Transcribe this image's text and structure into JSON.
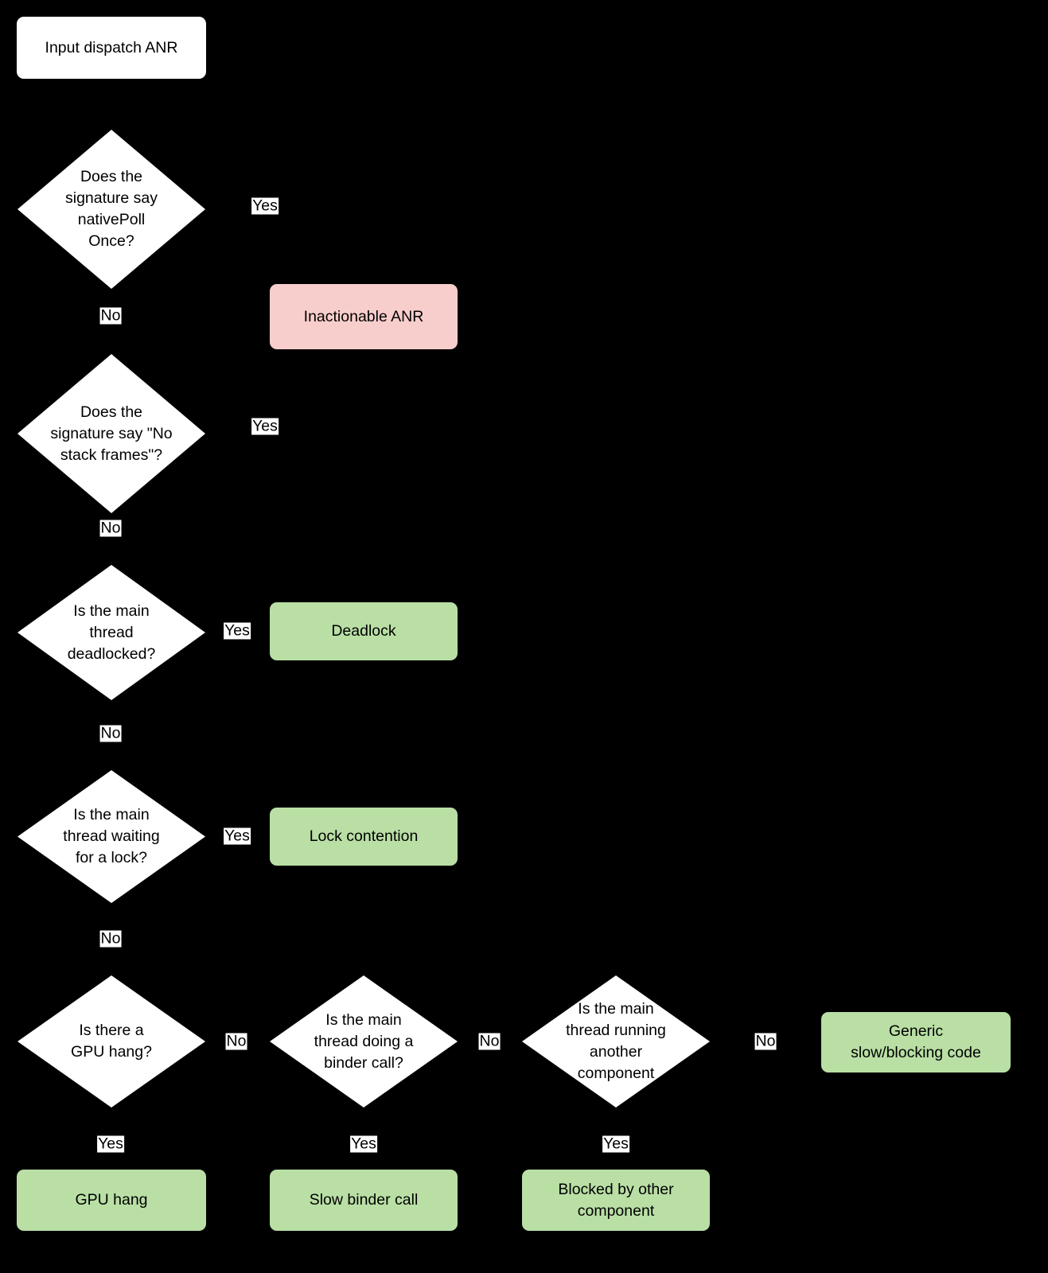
{
  "diagram": {
    "title": "Input dispatch ANR triage flowchart",
    "background_color": "#000000",
    "colors": {
      "start_fill": "#ffffff",
      "decision_fill": "#ffffff",
      "inactionable_fill": "#f8cecc",
      "outcome_fill": "#b9dfa5",
      "text": "#000000",
      "edge_label_bg": "#ffffff"
    },
    "nodes": {
      "start": {
        "label": "Input dispatch ANR",
        "kind": "start"
      },
      "q_nativepollonce": {
        "label": "Does the\nsignature say\nnativePoll\nOnce?",
        "kind": "decision"
      },
      "inactionable": {
        "label": "Inactionable ANR",
        "kind": "inactionable"
      },
      "q_nostackframes": {
        "label": "Does the\nsignature say \"No\nstack frames\"?",
        "kind": "decision"
      },
      "q_deadlocked": {
        "label": "Is the main\nthread\ndeadlocked?",
        "kind": "decision"
      },
      "deadlock": {
        "label": "Deadlock",
        "kind": "outcome"
      },
      "q_waiting_lock": {
        "label": "Is the main\nthread waiting\nfor a lock?",
        "kind": "decision"
      },
      "lock_contention": {
        "label": "Lock contention",
        "kind": "outcome"
      },
      "q_gpu_hang": {
        "label": "Is there a\nGPU hang?",
        "kind": "decision"
      },
      "gpu_hang": {
        "label": "GPU hang",
        "kind": "outcome"
      },
      "q_binder_call": {
        "label": "Is the main\nthread doing a\nbinder call?",
        "kind": "decision"
      },
      "slow_binder_call": {
        "label": "Slow binder call",
        "kind": "outcome"
      },
      "q_other_component": {
        "label": "Is the main\nthread running\nanother\ncomponent",
        "kind": "decision"
      },
      "blocked_by_other": {
        "label": "Blocked by other\ncomponent",
        "kind": "outcome"
      },
      "generic_slow": {
        "label": "Generic\nslow/blocking code",
        "kind": "outcome"
      }
    },
    "edge_labels": {
      "nativepoll_yes": "Yes",
      "nativepoll_no": "No",
      "nostackframes_yes": "Yes",
      "nostackframes_no": "No",
      "deadlocked_yes": "Yes",
      "deadlocked_no": "No",
      "waiting_lock_yes": "Yes",
      "waiting_lock_no": "No",
      "gpu_hang_no": "No",
      "gpu_hang_yes": "Yes",
      "binder_call_no": "No",
      "binder_call_yes": "Yes",
      "other_component_no": "No",
      "other_component_yes": "Yes"
    },
    "edges": [
      {
        "from": "start",
        "to": "q_nativepollonce",
        "label": ""
      },
      {
        "from": "q_nativepollonce",
        "to": "inactionable",
        "label": "Yes"
      },
      {
        "from": "q_nativepollonce",
        "to": "q_nostackframes",
        "label": "No"
      },
      {
        "from": "q_nostackframes",
        "to": "inactionable",
        "label": "Yes"
      },
      {
        "from": "q_nostackframes",
        "to": "q_deadlocked",
        "label": "No"
      },
      {
        "from": "q_deadlocked",
        "to": "deadlock",
        "label": "Yes"
      },
      {
        "from": "q_deadlocked",
        "to": "q_waiting_lock",
        "label": "No"
      },
      {
        "from": "q_waiting_lock",
        "to": "lock_contention",
        "label": "Yes"
      },
      {
        "from": "q_waiting_lock",
        "to": "q_gpu_hang",
        "label": "No"
      },
      {
        "from": "q_gpu_hang",
        "to": "gpu_hang",
        "label": "Yes"
      },
      {
        "from": "q_gpu_hang",
        "to": "q_binder_call",
        "label": "No"
      },
      {
        "from": "q_binder_call",
        "to": "slow_binder_call",
        "label": "Yes"
      },
      {
        "from": "q_binder_call",
        "to": "q_other_component",
        "label": "No"
      },
      {
        "from": "q_other_component",
        "to": "blocked_by_other",
        "label": "Yes"
      },
      {
        "from": "q_other_component",
        "to": "generic_slow",
        "label": "No"
      }
    ]
  }
}
